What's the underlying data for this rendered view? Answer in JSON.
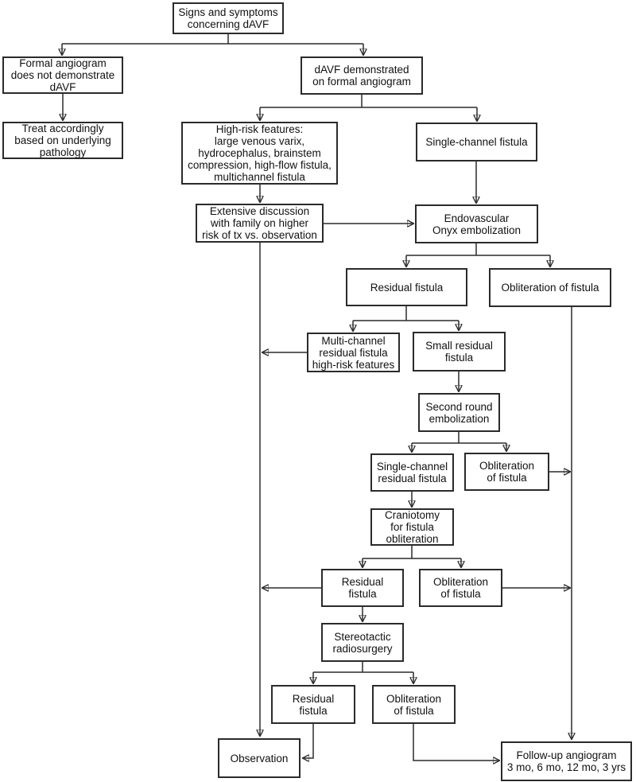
{
  "diagram": {
    "type": "flowchart",
    "topic": "Management algorithm for dAVF",
    "colors": {
      "background": "#ffffff",
      "box_fill": "#ffffff",
      "box_border": "#2b2b2b",
      "line": "#2b2b2b",
      "text": "#111111"
    },
    "nodes": {
      "signs": {
        "label": "Signs and symptoms\nconcerning dAVF"
      },
      "no_davf": {
        "label": "Formal angiogram\ndoes not demonstrate\ndAVF"
      },
      "treat": {
        "label": "Treat accordingly\nbased on underlying\npathology"
      },
      "davf_demonstrated": {
        "label": "dAVF demonstrated\non formal angiogram"
      },
      "high_risk": {
        "label": "High-risk features:\nlarge venous varix,\nhydrocephalus, brainstem\ncompression, high-flow fistula,\nmultichannel fistula"
      },
      "single_channel": {
        "label": "Single-channel fistula"
      },
      "discussion": {
        "label": "Extensive discussion\nwith family on higher\nrisk of tx vs. observation"
      },
      "embolization": {
        "label": "Endovascular\nOnyx embolization"
      },
      "residual_1": {
        "label": "Residual fistula"
      },
      "obliteration_1": {
        "label": "Obliteration of fistula"
      },
      "multi_channel_residual": {
        "label": "Multi-channel\nresidual fistula\nhigh-risk features"
      },
      "small_residual": {
        "label": "Small residual\nfistula"
      },
      "second_round": {
        "label": "Second round\nembolization"
      },
      "single_channel_residual": {
        "label": "Single-channel\nresidual fistula"
      },
      "obliteration_2": {
        "label": "Obliteration\nof fistula"
      },
      "craniotomy": {
        "label": "Craniotomy\nfor fistula\nobliteration"
      },
      "residual_2": {
        "label": "Residual\nfistula"
      },
      "obliteration_3": {
        "label": "Obliteration\nof fistula"
      },
      "radiosurgery": {
        "label": "Stereotactic\nradiosurgery"
      },
      "residual_3": {
        "label": "Residual\nfistula"
      },
      "obliteration_4": {
        "label": "Obliteration\nof fistula"
      },
      "observation": {
        "label": "Observation"
      },
      "follow_up": {
        "label": "Follow-up angiogram\n3 mo, 6 mo, 12 mo, 3 yrs"
      }
    },
    "edges": [
      {
        "from": "signs",
        "to": "no_davf"
      },
      {
        "from": "signs",
        "to": "davf_demonstrated"
      },
      {
        "from": "no_davf",
        "to": "treat"
      },
      {
        "from": "davf_demonstrated",
        "to": "high_risk"
      },
      {
        "from": "davf_demonstrated",
        "to": "single_channel"
      },
      {
        "from": "high_risk",
        "to": "discussion"
      },
      {
        "from": "discussion",
        "to": "embolization"
      },
      {
        "from": "single_channel",
        "to": "embolization"
      },
      {
        "from": "embolization",
        "to": "residual_1"
      },
      {
        "from": "embolization",
        "to": "obliteration_1"
      },
      {
        "from": "residual_1",
        "to": "multi_channel_residual"
      },
      {
        "from": "residual_1",
        "to": "small_residual"
      },
      {
        "from": "multi_channel_residual",
        "to": "observation",
        "via": "left-rail"
      },
      {
        "from": "discussion",
        "to": "observation",
        "via": "left-rail"
      },
      {
        "from": "small_residual",
        "to": "second_round"
      },
      {
        "from": "second_round",
        "to": "single_channel_residual"
      },
      {
        "from": "second_round",
        "to": "obliteration_2"
      },
      {
        "from": "obliteration_2",
        "to": "follow_up",
        "via": "right-rail"
      },
      {
        "from": "single_channel_residual",
        "to": "craniotomy"
      },
      {
        "from": "craniotomy",
        "to": "residual_2"
      },
      {
        "from": "craniotomy",
        "to": "obliteration_3"
      },
      {
        "from": "residual_2",
        "to": "observation",
        "via": "left-rail"
      },
      {
        "from": "obliteration_3",
        "to": "follow_up",
        "via": "right-rail"
      },
      {
        "from": "residual_2",
        "to": "radiosurgery"
      },
      {
        "from": "radiosurgery",
        "to": "residual_3"
      },
      {
        "from": "radiosurgery",
        "to": "obliteration_4"
      },
      {
        "from": "residual_3",
        "to": "observation"
      },
      {
        "from": "obliteration_4",
        "to": "follow_up"
      },
      {
        "from": "obliteration_1",
        "to": "follow_up",
        "via": "right-rail"
      }
    ]
  }
}
